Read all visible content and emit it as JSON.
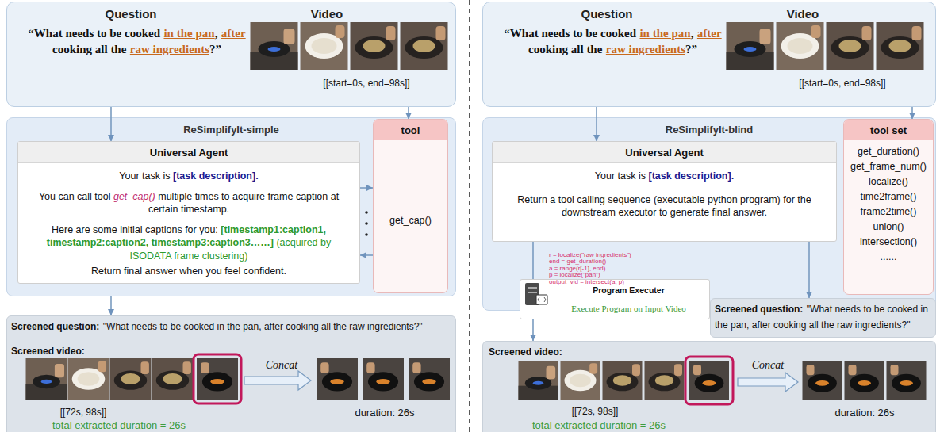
{
  "diagram": {
    "nodes": [
      {
        "text": [
          "Question",
          "“What needs to be cooked",
          "in the pan",
          ",",
          "after",
          "cooking all the",
          "raw ingredients",
          "?”",
          "Video",
          "[[start=0s, end=98s]]"
        ]
      },
      {
        "text": [
          "ReSimplifyIt-simple"
        ]
      },
      {
        "text": [
          "Universal Agent",
          "Your task is",
          "[task description].",
          "You can call tool",
          "get_cap()",
          "multiple times to acquire frame caption at certain timestamp.",
          "Here are some initial captions for you:",
          "[timestamp1:caption1, timestamp2:caption2, timestamp3:caption3……]",
          "(acquired by ISODATA frame clustering)",
          "Return final answer when you feel confident."
        ],
        "in": 1
      },
      {
        "text": [
          "tool",
          "get_cap()"
        ],
        "in": 1
      },
      {
        "text": [
          "Screened question:",
          "\"What needs to be cooked in the pan, after cooking all the raw ingredients?\"",
          "Screened video:",
          "[[72s, 98s]]",
          "total extracted duration = 26s",
          "Concat",
          "duration: 26s"
        ]
      },
      {
        "text": [
          "Question",
          "“What needs to be cooked",
          "in the pan",
          ",",
          "after",
          "cooking all the",
          "raw ingredients",
          "?”",
          "Video",
          "[[start=0s, end=98s]]"
        ]
      },
      {
        "text": [
          "ReSimplifyIt-blind"
        ]
      },
      {
        "text": [
          "Universal Agent",
          "Your task is",
          "[task description].",
          "Return a tool calling sequence (executable python program) for the downstream executor to generate final answer."
        ],
        "in": 6
      },
      {
        "text": [
          "tool set",
          "get_duration()",
          "get_frame_num()",
          "localize()",
          "time2frame()",
          "frame2time()",
          "union()",
          "intersection()",
          "......"
        ],
        "in": 6
      },
      {
        "text": [
          "Program Executer",
          "Execute Program on Input Video"
        ],
        "in": 6
      },
      {
        "text": [
          "Screened question:",
          "\"What needs to be cooked in the pan, after cooking all the raw ingredients?\""
        ]
      },
      {
        "text": [
          "Screened video:",
          "[[72s, 98s]]",
          "total extracted duration = 26s",
          "Concat",
          "duration: 26s"
        ]
      }
    ],
    "edges": [
      {
        "from": 0,
        "to": 2,
        "arrow": "to"
      },
      {
        "from": 0,
        "to": 3,
        "arrow": "to"
      },
      {
        "from": 2,
        "to": 3,
        "arrow": "to"
      },
      {
        "from": 3,
        "to": 2,
        "arrow": "to"
      },
      {
        "from": 1,
        "to": 4,
        "arrow": "to"
      },
      {
        "from": 5,
        "to": 7,
        "arrow": "to"
      },
      {
        "from": 5,
        "to": 8,
        "arrow": "to"
      },
      {
        "from": 7,
        "to": 9,
        "arrow": "none"
      },
      {
        "from": 9,
        "to": 11,
        "arrow": "to"
      },
      {
        "from": 7,
        "to": 10,
        "arrow": "to"
      }
    ],
    "labels": [
      "r = localize(\"raw ingredients\")",
      "end = get_duration()",
      "a = range(r[-1], end)",
      "p = localize(\"pan\")",
      "output_vid = intersect(a, p)"
    ]
  }
}
